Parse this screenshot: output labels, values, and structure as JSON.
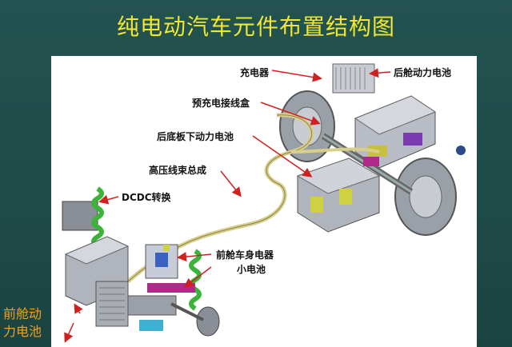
{
  "title": "纯电动汽车元件布置结构图",
  "labels": {
    "charger": "充电器",
    "rear_battery": "后舱动力电池",
    "precharge_box": "预充电接线盒",
    "underfloor_battery": "后底板下动力电池",
    "harness": "高压线束总成",
    "dcdc": "DCDC转换",
    "front_aux_line1": "前舱车身电器",
    "front_aux_line2": "小电池",
    "front_battery_line1": "前舱动",
    "front_battery_line2": "力电池"
  },
  "colors": {
    "title": "#f2e630",
    "background": "#1f4a47",
    "arrow": "#d02020",
    "harness": "#d8d08a",
    "spring": "#3cb43c"
  }
}
